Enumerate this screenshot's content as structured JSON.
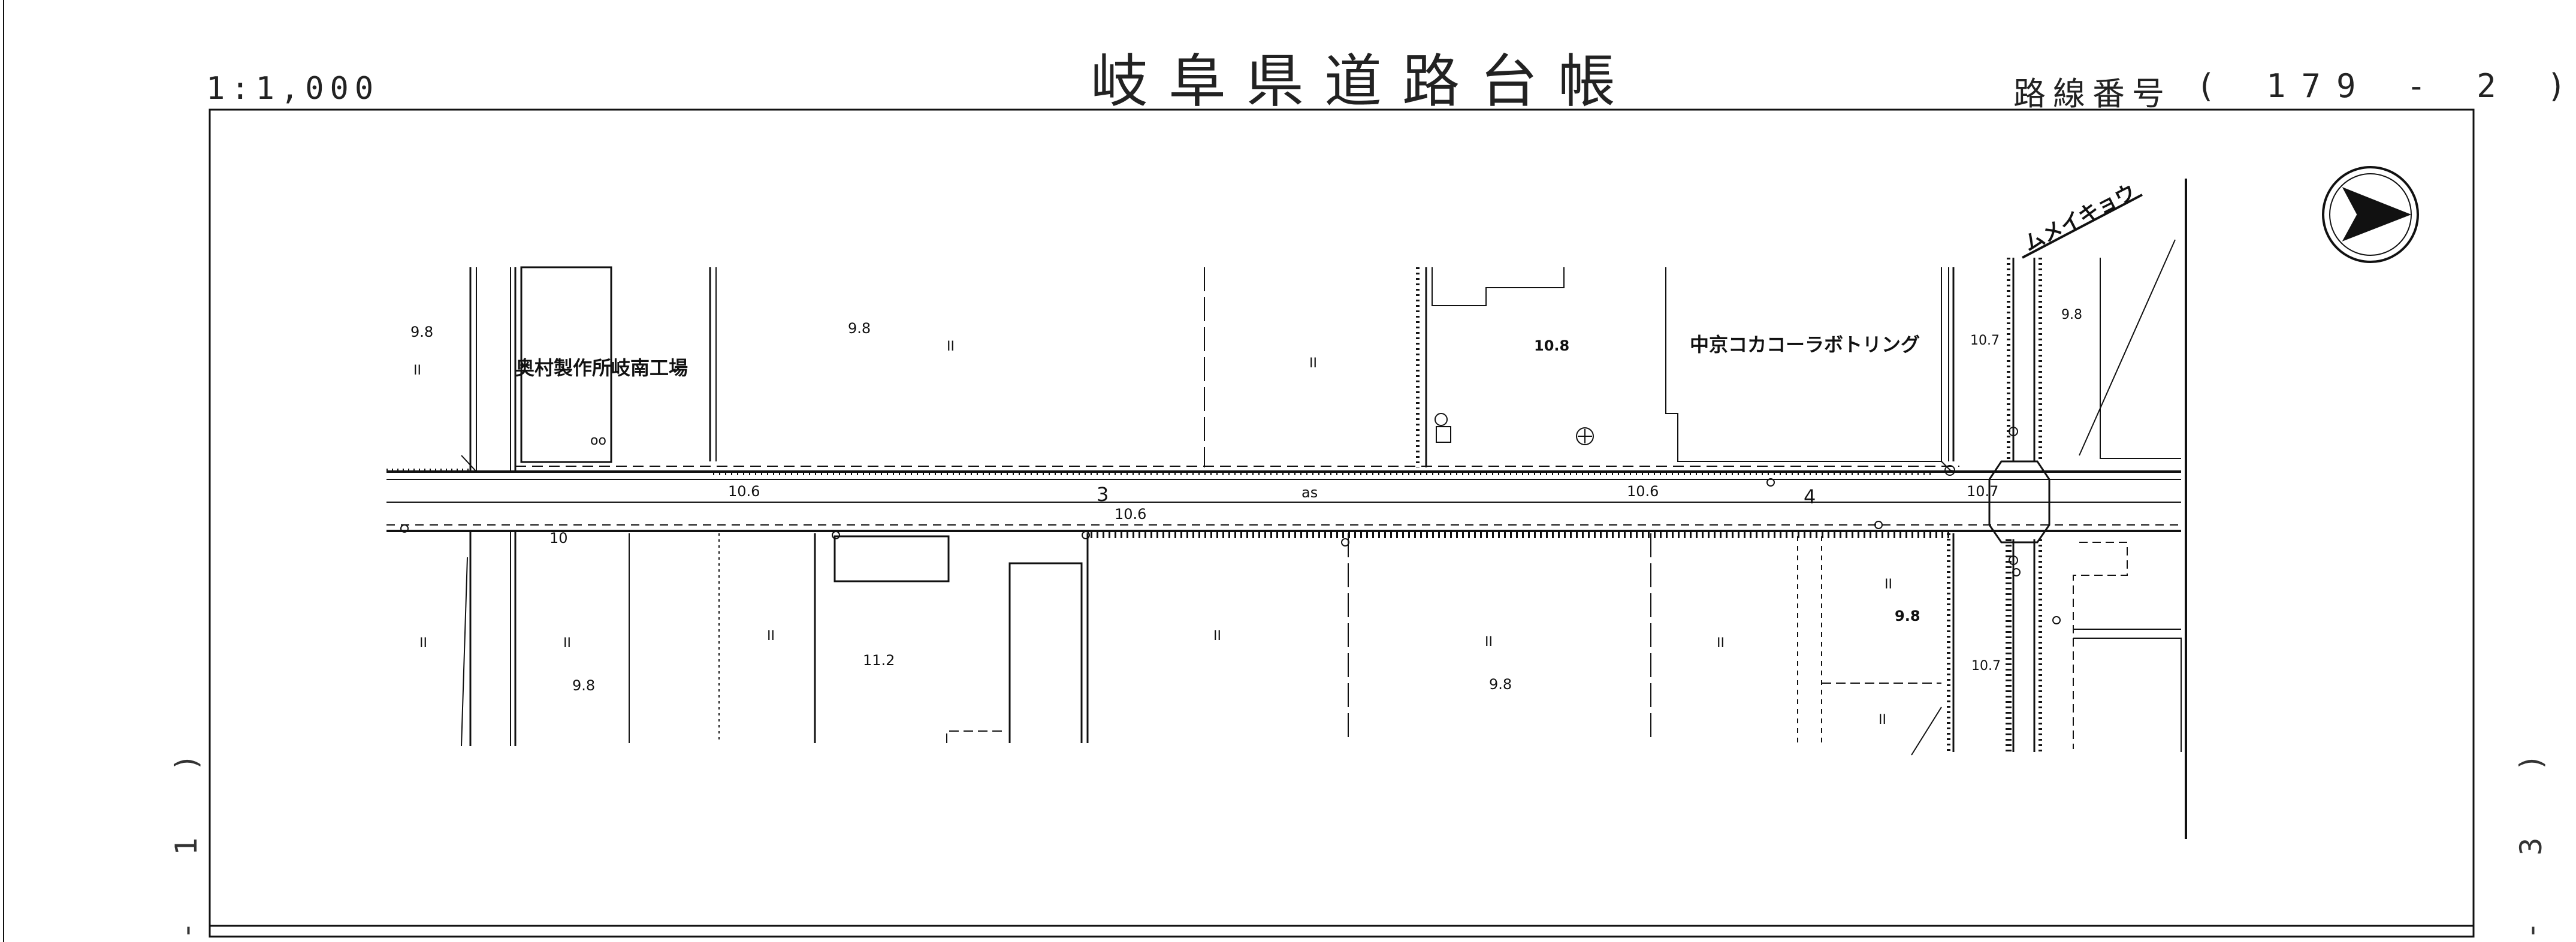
{
  "header": {
    "title": "岐阜県道路台帳",
    "scale": "1:1,000",
    "route_label": "路線番号",
    "route_number": "( 179 - 2 )"
  },
  "margin_labels": {
    "left": "- 1 )",
    "right": "- 3 )"
  },
  "map": {
    "facility_labels": [
      "奥村製作所岐南工場",
      "中京コカコーラボトリング",
      "ムメイキョウ"
    ],
    "elevations": [
      "9.8",
      "9.8",
      "10.8",
      "9.8",
      "11.2",
      "9.8",
      "9.8",
      "9.8",
      "10.7",
      "10.7",
      "10.7",
      "10"
    ],
    "road_widths": [
      "10.6",
      "10.6",
      "10.6"
    ],
    "station_numbers": [
      "3",
      "4"
    ],
    "mark_as": "as",
    "mark_oo": "oo",
    "land_use_mark": "II"
  },
  "colors": {
    "line": "#111111",
    "paper": "#ffffff"
  },
  "icons": {
    "north_arrow": "north-arrow-icon"
  }
}
